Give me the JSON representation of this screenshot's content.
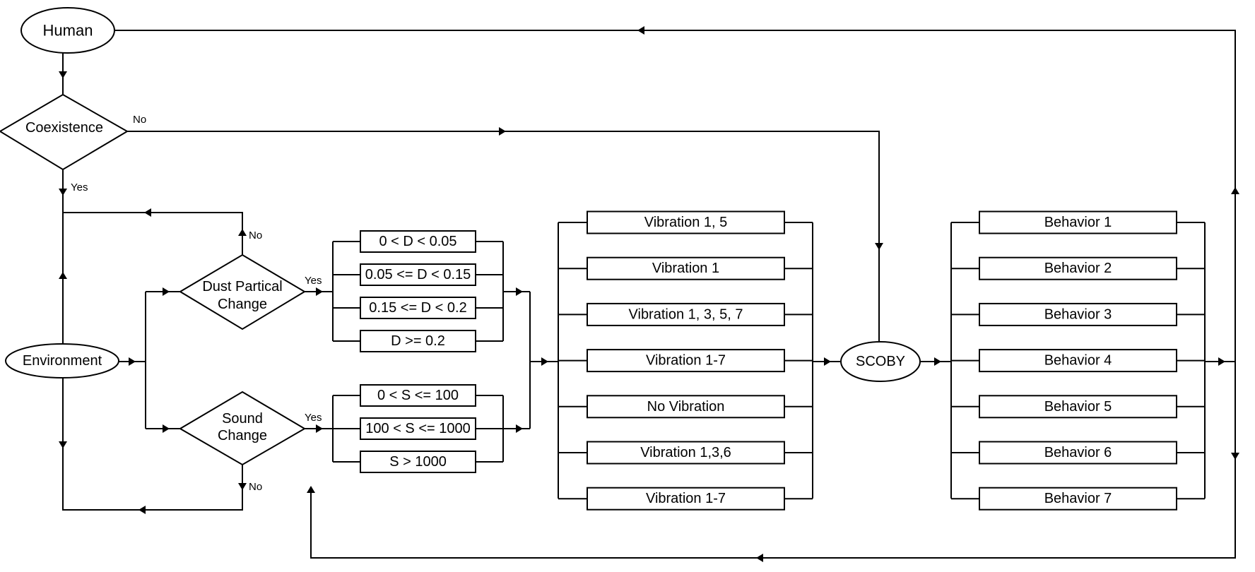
{
  "diagram": {
    "nodes": {
      "human": "Human",
      "coexistence": "Coexistence",
      "environment": "Environment",
      "dust_line1": "Dust Partical",
      "dust_line2": "Change",
      "sound_line1": "Sound",
      "sound_line2": "Change",
      "scoby": "SCOBY"
    },
    "edge_labels": {
      "coexistence_no": "No",
      "coexistence_yes": "Yes",
      "dust_no": "No",
      "dust_yes": "Yes",
      "sound_yes": "Yes",
      "sound_no": "No"
    },
    "dust_ranges": [
      "0 < D < 0.05",
      "0.05 <= D < 0.15",
      "0.15 <= D < 0.2",
      "D >= 0.2"
    ],
    "sound_ranges": [
      "0 < S <= 100",
      "100 < S <= 1000",
      "S > 1000"
    ],
    "vibrations": [
      "Vibration 1, 5",
      "Vibration 1",
      "Vibration 1, 3, 5, 7",
      "Vibration 1-7",
      "No Vibration",
      "Vibration 1,3,6",
      "Vibration 1-7"
    ],
    "behaviors": [
      "Behavior 1",
      "Behavior 2",
      "Behavior 3",
      "Behavior 4",
      "Behavior 5",
      "Behavior 6",
      "Behavior 7"
    ]
  }
}
